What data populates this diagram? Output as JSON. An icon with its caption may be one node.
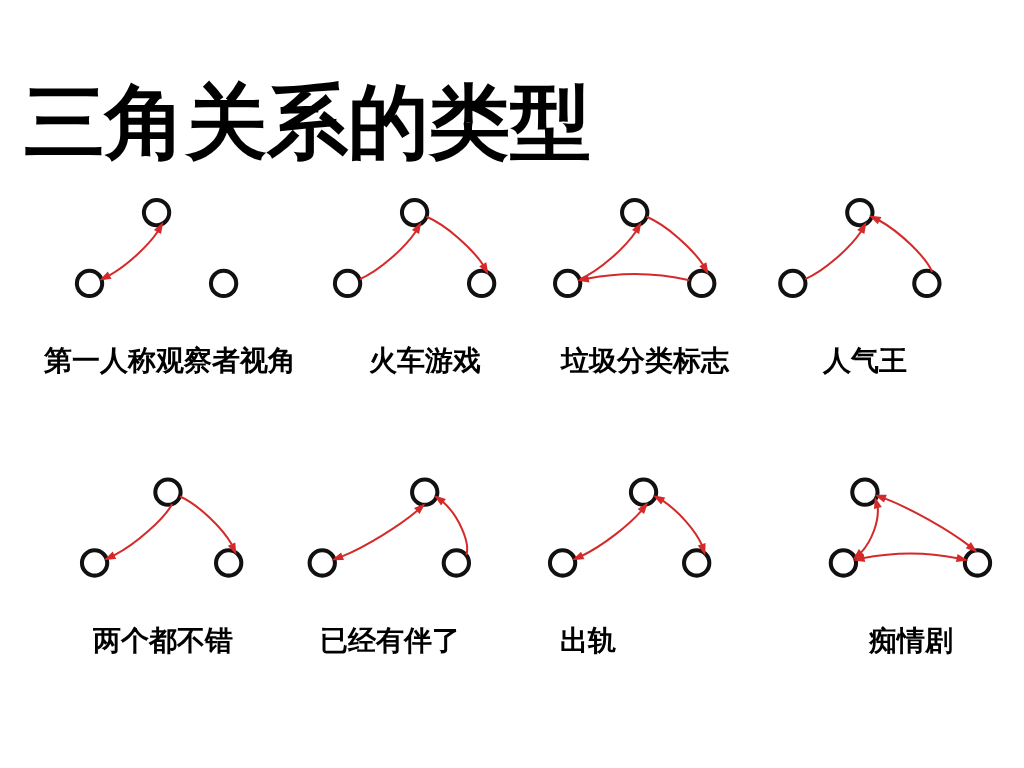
{
  "diagram": {
    "title": "三角关系的类型",
    "nodes": [
      {
        "text": [],
        "shape": "circle"
      },
      {
        "text": [],
        "shape": "circle"
      },
      {
        "text": [],
        "shape": "circle"
      },
      {
        "text": [],
        "shape": "circle"
      },
      {
        "text": [],
        "shape": "circle"
      },
      {
        "text": [],
        "shape": "circle"
      },
      {
        "text": [],
        "shape": "circle"
      },
      {
        "text": [],
        "shape": "circle"
      },
      {
        "text": [],
        "shape": "circle"
      },
      {
        "text": [],
        "shape": "circle"
      },
      {
        "text": [],
        "shape": "circle"
      },
      {
        "text": [],
        "shape": "circle"
      },
      {
        "text": [],
        "shape": "circle"
      },
      {
        "text": [],
        "shape": "circle"
      },
      {
        "text": [],
        "shape": "circle"
      },
      {
        "text": [],
        "shape": "circle"
      },
      {
        "text": [],
        "shape": "circle"
      },
      {
        "text": [],
        "shape": "circle"
      },
      {
        "text": [],
        "shape": "circle"
      },
      {
        "text": [],
        "shape": "circle"
      },
      {
        "text": [],
        "shape": "circle"
      },
      {
        "text": [],
        "shape": "circle"
      },
      {
        "text": [],
        "shape": "circle"
      },
      {
        "text": [],
        "shape": "circle"
      }
    ],
    "edges": [
      {
        "from": 1,
        "to": 0,
        "arrow": "both"
      },
      {
        "from": 4,
        "to": 3,
        "arrow": "to"
      },
      {
        "from": 3,
        "to": 5,
        "arrow": "to"
      },
      {
        "from": 7,
        "to": 6,
        "arrow": "to"
      },
      {
        "from": 6,
        "to": 8,
        "arrow": "to"
      },
      {
        "from": 8,
        "to": 7,
        "arrow": "to"
      },
      {
        "from": 10,
        "to": 9,
        "arrow": "to"
      },
      {
        "from": 11,
        "to": 9,
        "arrow": "to"
      },
      {
        "from": 12,
        "to": 13,
        "arrow": "to"
      },
      {
        "from": 12,
        "to": 14,
        "arrow": "to"
      },
      {
        "from": 15,
        "to": 16,
        "arrow": "both"
      },
      {
        "from": 17,
        "to": 15,
        "arrow": "to"
      },
      {
        "from": 18,
        "to": 19,
        "arrow": "both"
      },
      {
        "from": 18,
        "to": 20,
        "arrow": "both"
      },
      {
        "from": 21,
        "to": 22,
        "arrow": "both"
      },
      {
        "from": 21,
        "to": 23,
        "arrow": "both"
      },
      {
        "from": 22,
        "to": 23,
        "arrow": "both"
      }
    ],
    "labels": [
      "第一人称观察者视角",
      "火车游戏",
      "垃圾分类标志",
      "人气王",
      "两个都不错",
      "已经有伴了",
      "出轨",
      "痴情剧"
    ]
  }
}
